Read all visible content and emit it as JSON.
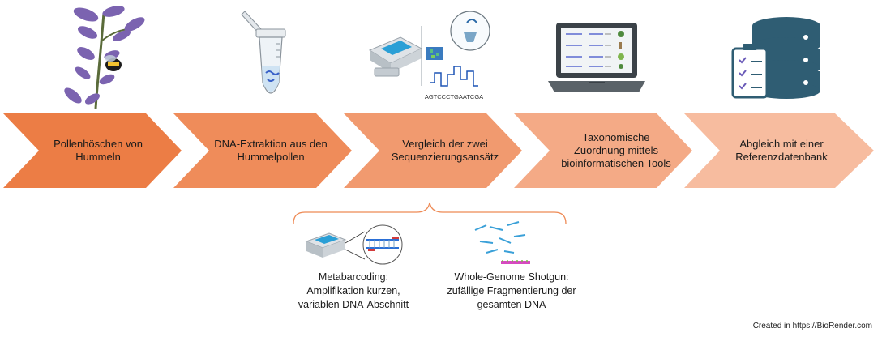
{
  "steps": [
    {
      "label": "Pollenhöschen von Hummeln",
      "color": "#ec7d45"
    },
    {
      "label": "DNA-Extraktion aus den Hummelpollen",
      "color": "#ef8c5a"
    },
    {
      "label": "Vergleich der zwei Sequenzierungsansätz",
      "color": "#f19a6f"
    },
    {
      "label": "Taxonomische Zuordnung mittels bioinformatischen Tools",
      "color": "#f4aa86"
    },
    {
      "label": "Abgleich mit einer Referenzdatenbank",
      "color": "#f7bc9f"
    }
  ],
  "sequence_icon": {
    "text": "AGTCCCTGAATCGA"
  },
  "approaches": [
    {
      "label": "Metabarcoding: Amplifikation kurzen, variablen DNA-Abschnitt"
    },
    {
      "label": "Whole-Genome Shotgun: zufällige Fragmentierung der gesamten DNA"
    }
  ],
  "footer": {
    "credit": "Created in https://BioRender.com"
  },
  "colors": {
    "brace": "#ee8a55",
    "plant": "#7b63b0",
    "server": "#2f5d73",
    "laptop": "#3b4248"
  }
}
